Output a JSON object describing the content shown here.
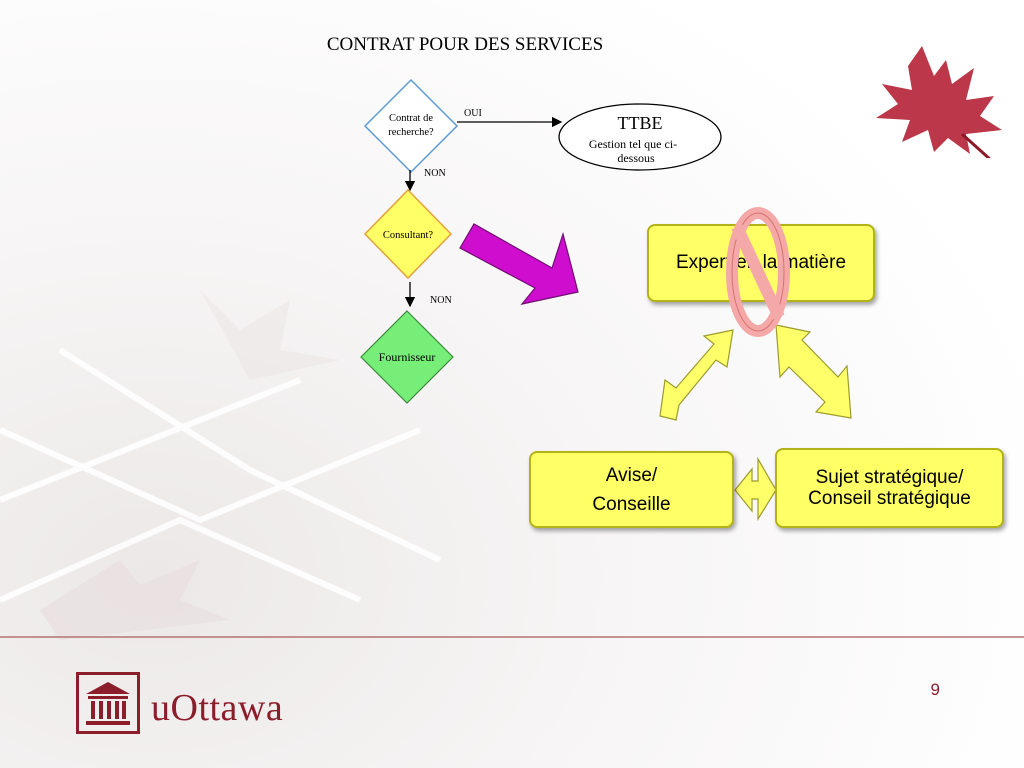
{
  "slide": {
    "title": "CONTRAT POUR DES SERVICES",
    "page_number": "9"
  },
  "flowchart": {
    "q1": [
      "Contrat de",
      "recherche?"
    ],
    "yes_label": "OUI",
    "ttbe_title": "TTBE",
    "ttbe_note": [
      "Gestion tel que ci-",
      "dessous"
    ],
    "no_label_1": "NON",
    "q2": "Consultant?",
    "no_label_2": "NON",
    "end": "Fournisseur"
  },
  "cycle": {
    "expert": "Expert en la matière",
    "avise_line1": "Avise/",
    "avise_line2": "Conseille",
    "sujet_line1": "Sujet stratégique/",
    "sujet_line2": "Conseil stratégique"
  },
  "logo": {
    "name": "uOttawa"
  },
  "colors": {
    "maroon": "#8c1d2b",
    "yellow_box": "#ffff66",
    "magenta_arrow": "#cc00cc",
    "no_symbol": "#f4a8a8"
  }
}
